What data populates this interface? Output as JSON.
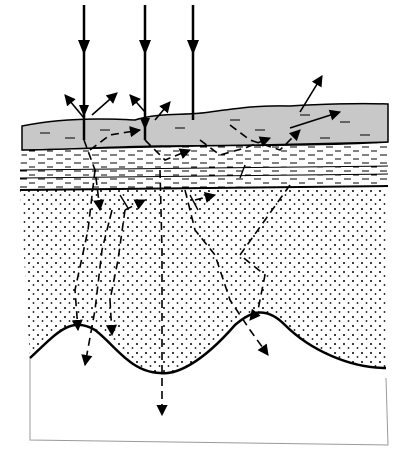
{
  "figure": {
    "kind": "cross-section diagram of light rays entering layered skin tissue",
    "layers": [
      "outer-layer-grey",
      "dashed-layer",
      "thin-dashed-band",
      "dotted-dermis",
      "subcutaneous-white"
    ],
    "incident_rays": 3,
    "colors": {
      "ink": "#000000",
      "outer_layer": "#c8c8c8",
      "background": "#ffffff",
      "border": "#9a9a9a"
    }
  }
}
